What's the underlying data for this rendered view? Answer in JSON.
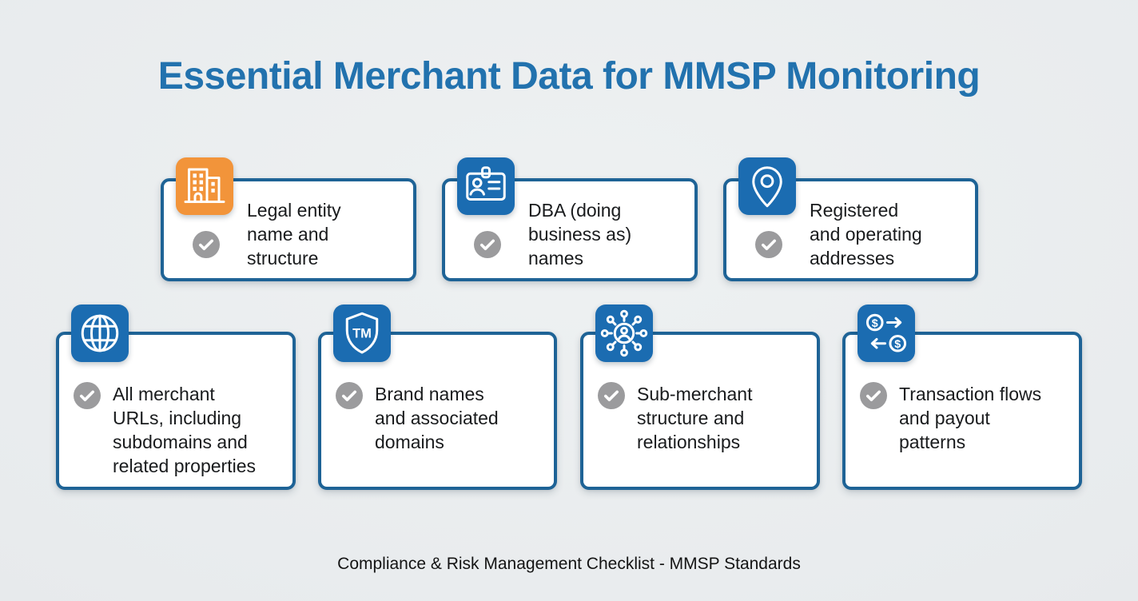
{
  "page": {
    "title": "Essential Merchant Data for MMSP Monitoring",
    "footer": "Compliance & Risk Management Checklist - MMSP Standards"
  },
  "colors": {
    "background": "#e8ebed",
    "title_blue": "#2272ae",
    "card_border_blue": "#1e6396",
    "icon_blue": "#1b6cb1",
    "icon_orange": "#f2943a",
    "check_gray": "#9b9b9d",
    "text_black": "#191b1d"
  },
  "cards": [
    {
      "id": "legal-entity",
      "icon": "building-icon",
      "label": "Legal entity\nname and\nstructure"
    },
    {
      "id": "dba-names",
      "icon": "id-badge-icon",
      "label": "DBA (doing\nbusiness as)\nnames"
    },
    {
      "id": "registered-addresses",
      "icon": "location-pin-icon",
      "label": "Registered\nand operating\naddresses"
    },
    {
      "id": "merchant-urls",
      "icon": "globe-icon",
      "label": "All merchant\nURLs, including\nsubdomains and\nrelated properties"
    },
    {
      "id": "brand-names",
      "icon": "shield-trademark-icon",
      "label": "Brand names\nand associated\ndomains"
    },
    {
      "id": "sub-merchant-structure",
      "icon": "network-icon",
      "label": "Sub-merchant\nstructure and\nrelationships"
    },
    {
      "id": "transaction-flows",
      "icon": "money-transfer-icon",
      "label": "Transaction flows\nand payout\npatterns"
    }
  ]
}
